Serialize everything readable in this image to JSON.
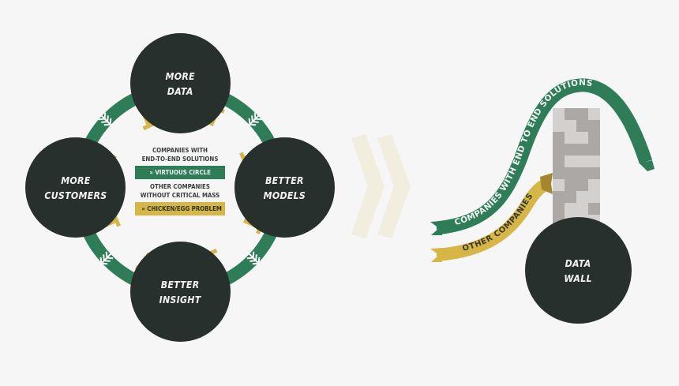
{
  "colors": {
    "background": "#f6f6f6",
    "node": "#27302c",
    "green": "#2f7d58",
    "gold": "#d5b646",
    "gold_dark": "#a6862c",
    "chevron": "#f1eedf",
    "wall_light": "#d3d1cf",
    "wall_dark": "#aba8a6"
  },
  "cycle": {
    "nodes": [
      {
        "id": "more-data",
        "line1": "MORE",
        "line2": "DATA"
      },
      {
        "id": "better-models",
        "line1": "BETTER",
        "line2": "MODELS"
      },
      {
        "id": "better-insight",
        "line1": "BETTER",
        "line2": "INSIGHT"
      },
      {
        "id": "more-customers",
        "line1": "MORE",
        "line2": "CUSTOMERS"
      }
    ],
    "center": {
      "group1_line1": "COMPANIES WITH",
      "group1_line2": "END-TO-END SOLUTIONS",
      "group1_badge": "» VIRTUOUS CIRCLE",
      "group2_line1": "OTHER COMPANIES",
      "group2_line2": "WITHOUT CRITICAL MASS",
      "group2_badge": "» CHICKEN/EGG PROBLEM"
    }
  },
  "transition": {
    "icon": "double-chevron-right-icon"
  },
  "data_wall": {
    "node": {
      "line1": "DATA",
      "line2": "WALL"
    },
    "green_ribbon_label": "COMPANIES WITH END TO END SOLUTIONS",
    "gold_ribbon_label": "OTHER COMPANIES"
  }
}
